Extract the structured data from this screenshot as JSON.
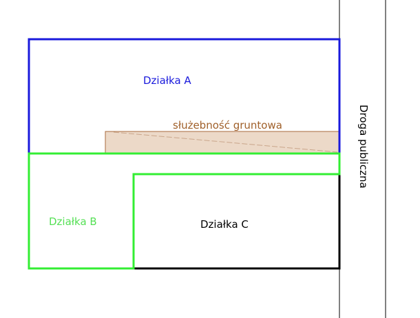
{
  "plots": {
    "a": {
      "label": "Działka A",
      "color": "#1a1adc"
    },
    "b": {
      "label": "Działka B",
      "color": "#33ee33"
    },
    "c": {
      "label": "Działka C",
      "color": "#000000"
    }
  },
  "easement": {
    "label": "służebność gruntowa",
    "fill": "#ecd9c8",
    "stroke": "#a86a3c",
    "text_color": "#a0602a"
  },
  "road": {
    "label": "Droga publiczna"
  }
}
